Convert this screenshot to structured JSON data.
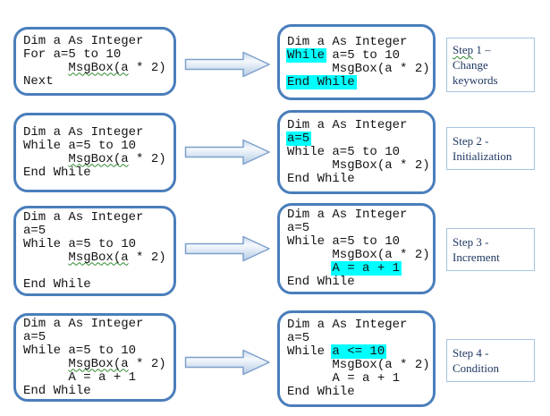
{
  "colors": {
    "code_box_border": "#4a7ebb",
    "highlight": "#00ffff",
    "step_border": "#a7c4e2",
    "step_text": "#1f3864",
    "squiggle": "#2e8b2e",
    "arrow_stroke": "#7da0cc"
  },
  "rows": [
    {
      "left": {
        "lines": [
          [
            {
              "t": "Dim a As Integer"
            }
          ],
          [
            {
              "t": "For a=5 to 10"
            }
          ],
          [
            {
              "t": "      "
            },
            {
              "t": "MsgBox(a",
              "sq": true
            },
            {
              "t": " * 2)"
            }
          ],
          [
            {
              "t": "Next"
            }
          ]
        ]
      },
      "right": {
        "lines": [
          [
            {
              "t": "Dim a As Integer"
            }
          ],
          [
            {
              "t": "While",
              "hl": true
            },
            {
              "t": " a=5 to 10"
            }
          ],
          [
            {
              "t": "      MsgBox(a * 2)"
            }
          ],
          [
            {
              "t": "End While",
              "hl": true
            }
          ]
        ]
      },
      "step": {
        "segs": [
          {
            "t": "Step",
            "sq": true
          },
          {
            "t": " 1 – Change keywords"
          }
        ]
      }
    },
    {
      "left": {
        "lines": [
          [
            {
              "t": "Dim a As Integer"
            }
          ],
          [
            {
              "t": "While a=5 to 10"
            }
          ],
          [
            {
              "t": "      "
            },
            {
              "t": "MsgBox(a",
              "sq": true
            },
            {
              "t": " * 2)"
            }
          ],
          [
            {
              "t": "End While"
            }
          ]
        ]
      },
      "right": {
        "lines": [
          [
            {
              "t": "Dim a As Integer"
            }
          ],
          [
            {
              "t": "a=5",
              "hl": true
            }
          ],
          [
            {
              "t": "While a=5 to 10"
            }
          ],
          [
            {
              "t": "      MsgBox(a * 2)"
            }
          ],
          [
            {
              "t": "End While"
            }
          ]
        ]
      },
      "step": {
        "segs": [
          {
            "t": "Step 2 - Initialization"
          }
        ]
      }
    },
    {
      "left": {
        "lines": [
          [
            {
              "t": "Dim a As Integer"
            }
          ],
          [
            {
              "t": "a=5"
            }
          ],
          [
            {
              "t": "While a=5 to 10"
            }
          ],
          [
            {
              "t": "      "
            },
            {
              "t": "MsgBox(a",
              "sq": true
            },
            {
              "t": " * 2)"
            }
          ],
          [],
          [
            {
              "t": "End While"
            }
          ]
        ]
      },
      "right": {
        "lines": [
          [
            {
              "t": "Dim a As Integer"
            }
          ],
          [
            {
              "t": "a=5"
            }
          ],
          [
            {
              "t": "While a=5 to 10"
            }
          ],
          [
            {
              "t": "      MsgBox(a * 2)"
            }
          ],
          [
            {
              "t": "      "
            },
            {
              "t": "A = a + 1",
              "hl": true
            }
          ],
          [
            {
              "t": "End While"
            }
          ]
        ]
      },
      "step": {
        "segs": [
          {
            "t": "Step 3 - Increment"
          }
        ]
      }
    },
    {
      "left": {
        "lines": [
          [
            {
              "t": "Dim a As Integer"
            }
          ],
          [
            {
              "t": "a=5"
            }
          ],
          [
            {
              "t": "While a=5 to 10"
            }
          ],
          [
            {
              "t": "      "
            },
            {
              "t": "MsgBox(a",
              "sq": true
            },
            {
              "t": " * 2)"
            }
          ],
          [
            {
              "t": "      A = a + 1"
            }
          ],
          [
            {
              "t": "End While"
            }
          ]
        ]
      },
      "right": {
        "lines": [
          [
            {
              "t": "Dim a As Integer"
            }
          ],
          [
            {
              "t": "a=5"
            }
          ],
          [
            {
              "t": "While "
            },
            {
              "t": "a <= 10",
              "hl": true
            }
          ],
          [
            {
              "t": "      MsgBox(a * 2)"
            }
          ],
          [
            {
              "t": "      A = a + 1"
            }
          ],
          [
            {
              "t": "End While"
            }
          ]
        ]
      },
      "step": {
        "segs": [
          {
            "t": "Step 4 - Condition"
          }
        ]
      }
    }
  ]
}
